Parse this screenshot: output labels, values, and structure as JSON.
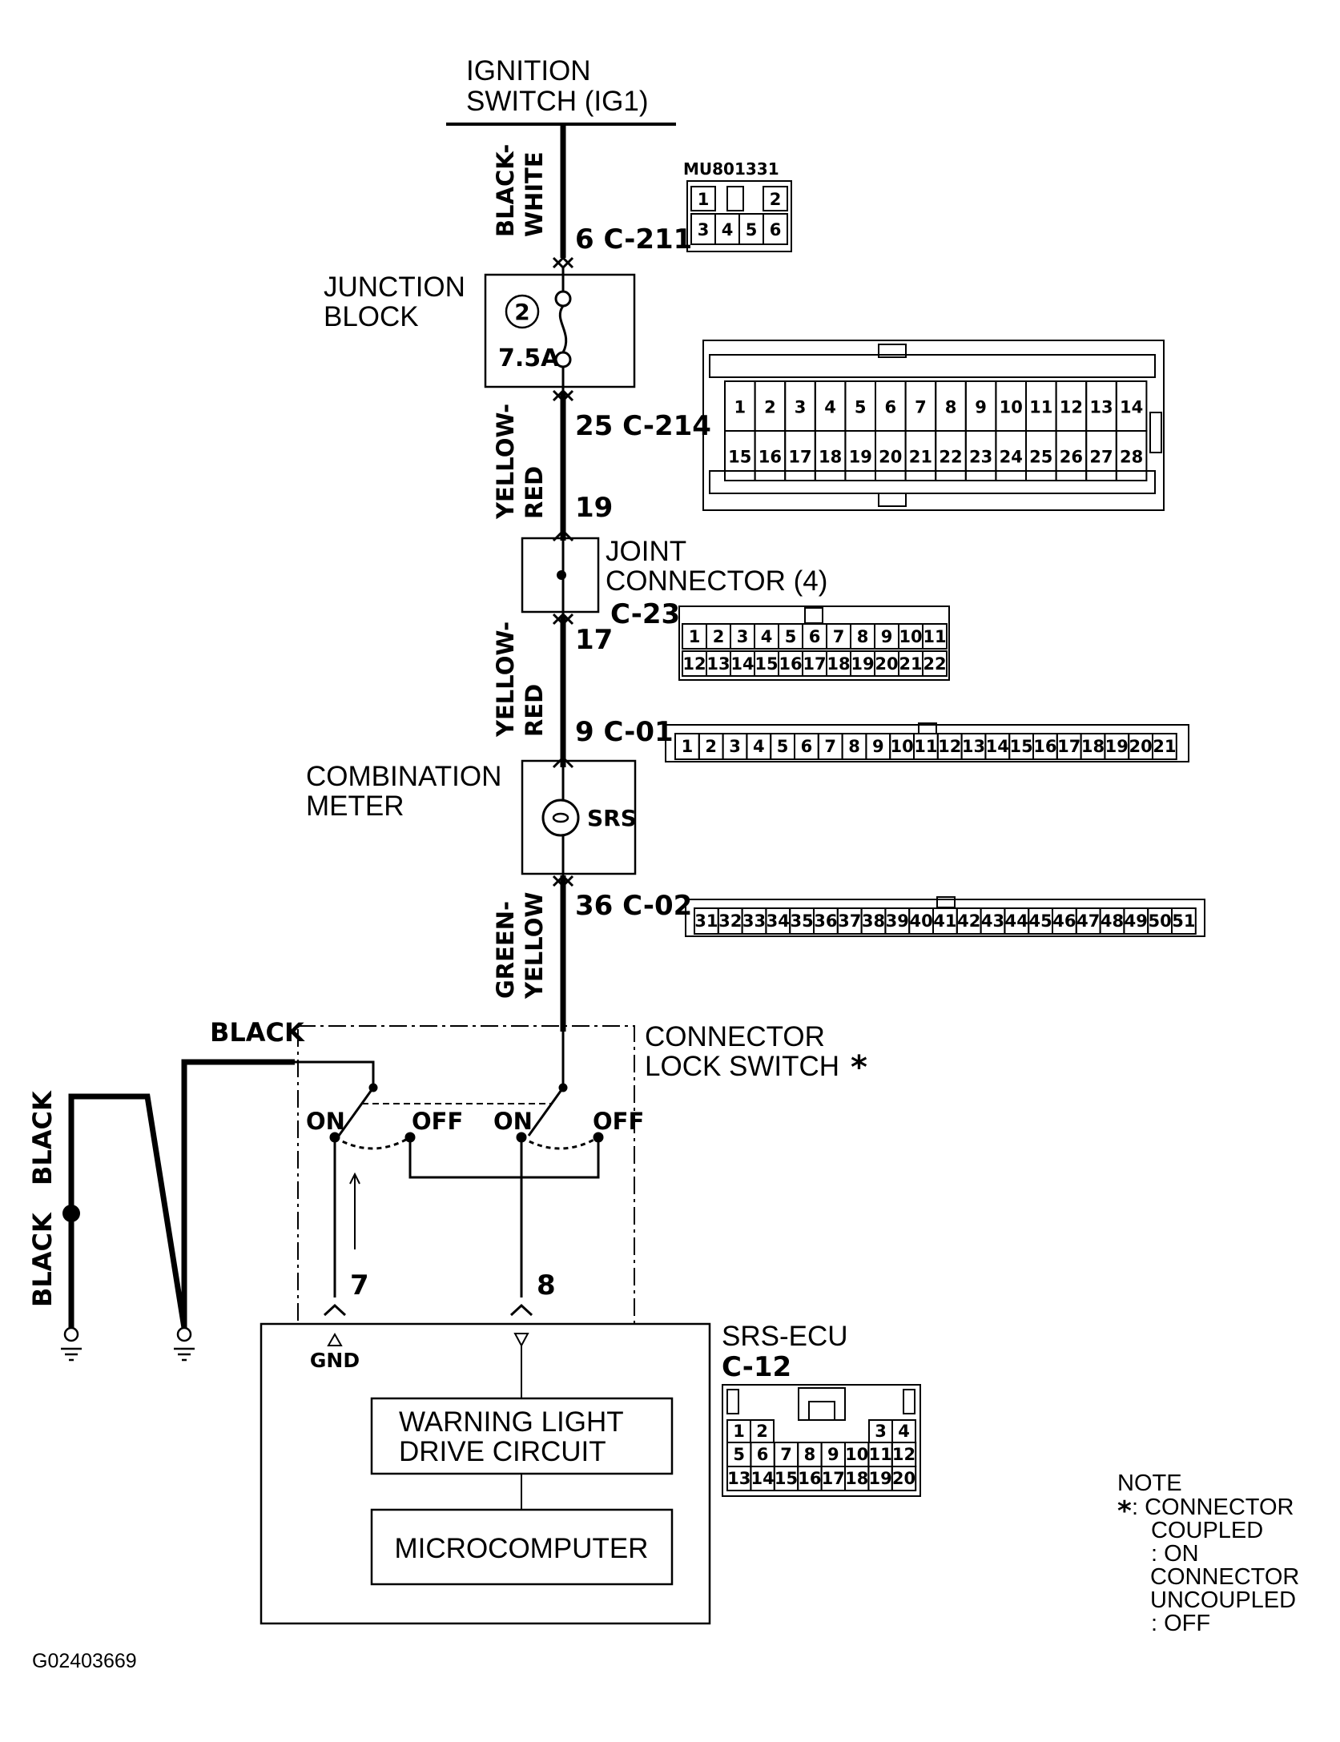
{
  "ignition": {
    "line1": "IGNITION",
    "line2": "SWITCH (IG1)"
  },
  "wires": {
    "w1": {
      "l1": "BLACK-",
      "l2": "WHITE"
    },
    "w2": {
      "l1": "YELLOW-",
      "l2": "RED"
    },
    "w3": {
      "l1": "YELLOW-",
      "l2": "RED"
    },
    "w4": {
      "l1": "GREEN-",
      "l2": "YELLOW"
    },
    "black_top": "BLACK",
    "black_v1": "BLACK",
    "black_v2": "BLACK"
  },
  "pins": {
    "p6": "6 C-211",
    "p25": "25 C-214",
    "p19": "19",
    "p17": "17",
    "c23": "C-23",
    "p9": "9 C-01",
    "p36": "36 C-02",
    "p7": "7",
    "p8": "8"
  },
  "junction_block": {
    "line1": "JUNCTION",
    "line2": "BLOCK",
    "fuse_no": "2",
    "rating": "7.5A"
  },
  "joint_connector": {
    "line1": "JOINT",
    "line2": "CONNECTOR (4)"
  },
  "combination_meter": {
    "line1": "COMBINATION",
    "line2": "METER",
    "lamp": "SRS"
  },
  "lock_switch": {
    "line1": "CONNECTOR",
    "line2": "LOCK SWITCH",
    "star": "*",
    "on": "ON",
    "off": "OFF"
  },
  "srs_ecu": {
    "name": "SRS-ECU",
    "code": "C-12",
    "gnd": "GND",
    "block1_l1": "WARNING LIGHT",
    "block1_l2": "DRIVE CIRCUIT",
    "block2": "MICROCOMPUTER"
  },
  "connectors": {
    "mu_code": "MU801331",
    "c211": {
      "top": [
        "1",
        "2"
      ],
      "bottom": [
        "3",
        "4",
        "5",
        "6"
      ]
    },
    "c214": {
      "top": [
        "1",
        "2",
        "3",
        "4",
        "5",
        "6",
        "7",
        "8",
        "9",
        "10",
        "11",
        "12",
        "13",
        "14"
      ],
      "bottom": [
        "15",
        "16",
        "17",
        "18",
        "19",
        "20",
        "21",
        "22",
        "23",
        "24",
        "25",
        "26",
        "27",
        "28"
      ]
    },
    "c23": {
      "top": [
        "1",
        "2",
        "3",
        "4",
        "5",
        "6",
        "7",
        "8",
        "9",
        "10",
        "11"
      ],
      "bottom": [
        "12",
        "13",
        "14",
        "15",
        "16",
        "17",
        "18",
        "19",
        "20",
        "21",
        "22"
      ]
    },
    "c01": [
      "1",
      "2",
      "3",
      "4",
      "5",
      "6",
      "7",
      "8",
      "9",
      "10",
      "11",
      "12",
      "13",
      "14",
      "15",
      "16",
      "17",
      "18",
      "19",
      "20",
      "21"
    ],
    "c02": [
      "31",
      "32",
      "33",
      "34",
      "35",
      "36",
      "37",
      "38",
      "39",
      "40",
      "41",
      "42",
      "43",
      "44",
      "45",
      "46",
      "47",
      "48",
      "49",
      "50",
      "51"
    ],
    "c12": {
      "row1": [
        "1",
        "2",
        "3",
        "4"
      ],
      "row2": [
        "5",
        "6",
        "7",
        "8",
        "9",
        "10",
        "11",
        "12"
      ],
      "row3": [
        "13",
        "14",
        "15",
        "16",
        "17",
        "18",
        "19",
        "20"
      ]
    }
  },
  "note": {
    "title": "NOTE",
    "star": "*",
    "l1": ": CONNECTOR",
    "l2": "COUPLED",
    "l3": ": ON",
    "l4": "CONNECTOR",
    "l5": "UNCOUPLED",
    "l6": ": OFF"
  },
  "figure_id": "G02403669"
}
